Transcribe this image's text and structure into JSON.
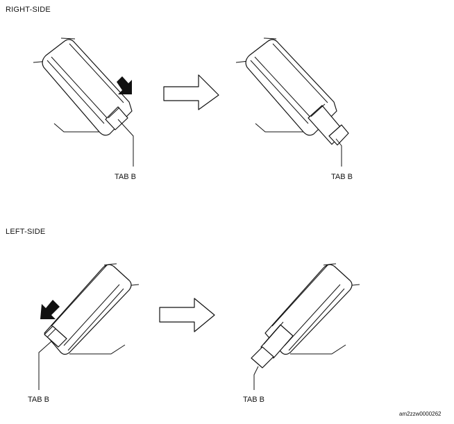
{
  "sections": {
    "right": {
      "title": "RIGHT-SIDE",
      "tab_before": "TAB B",
      "tab_after": "TAB B"
    },
    "left": {
      "title": "LEFT-SIDE",
      "tab_before": "TAB B",
      "tab_after": "TAB B"
    }
  },
  "figure_code": "am2zzw0000262",
  "icons": {
    "push_arrow": "solid-arrow",
    "transition_arrow": "outline-arrow-right"
  }
}
